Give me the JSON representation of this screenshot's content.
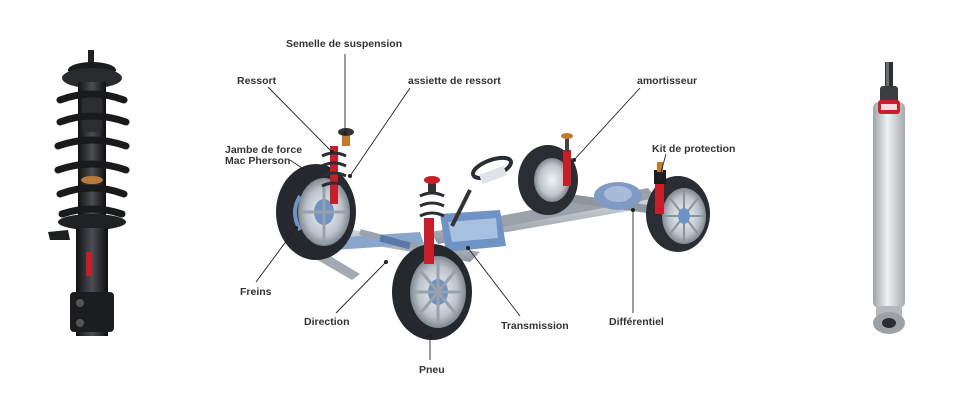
{
  "labels": {
    "semelle": "Semelle de suspension",
    "ressort": "Ressort",
    "assiette": "assiette de ressort",
    "amortisseur": "amortisseur",
    "kit": "Kit de protection",
    "jambe_line1": "Jambe de force",
    "jambe_line2": "Mac Pherson",
    "freins": "Freins",
    "direction": "Direction",
    "transmission": "Transmission",
    "differentiel": "Différentiel",
    "pneu": "Pneu"
  },
  "colors": {
    "spring_red": "#c81e2a",
    "chassis_blue": "#6f93c4",
    "tire_dark": "#2a2d33",
    "rim_silver": "#c9ced6",
    "shock_grey": "#c7c9cc"
  }
}
